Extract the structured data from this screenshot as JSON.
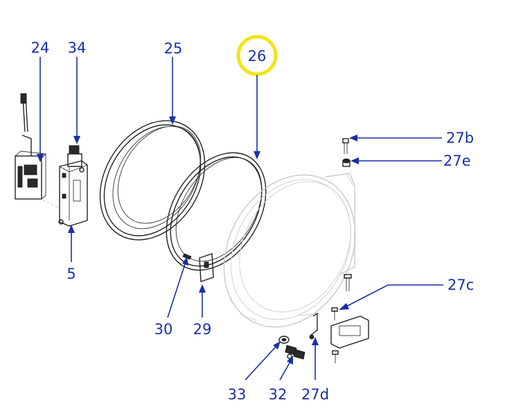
{
  "diagram": {
    "callouts": {
      "c24": "24",
      "c34": "34",
      "c25": "25",
      "c26": "26",
      "c27b": "27b",
      "c27e": "27e",
      "c27c": "27c",
      "c5": "5",
      "c30": "30",
      "c29": "29",
      "c33": "33",
      "c32": "32",
      "c27d": "27d"
    },
    "highlighted_callout": "26",
    "colors": {
      "callout": "#1a2fa8",
      "highlight": "#f2e31a"
    }
  }
}
